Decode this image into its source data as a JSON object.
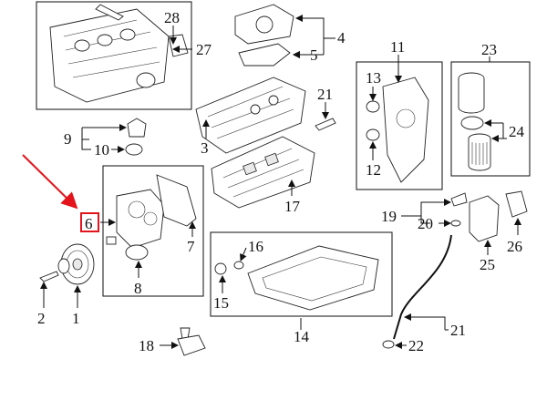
{
  "callouts": [
    "1",
    "2",
    "3",
    "4",
    "5",
    "6",
    "7",
    "8",
    "9",
    "10",
    "11",
    "12",
    "13",
    "14",
    "15",
    "16",
    "17",
    "18",
    "19",
    "20",
    "21",
    "21",
    "22",
    "23",
    "24",
    "25",
    "26",
    "27",
    "28"
  ],
  "highlight": {
    "callout": "6",
    "color": "#e3141b",
    "arrow_color": "#e3141b"
  }
}
